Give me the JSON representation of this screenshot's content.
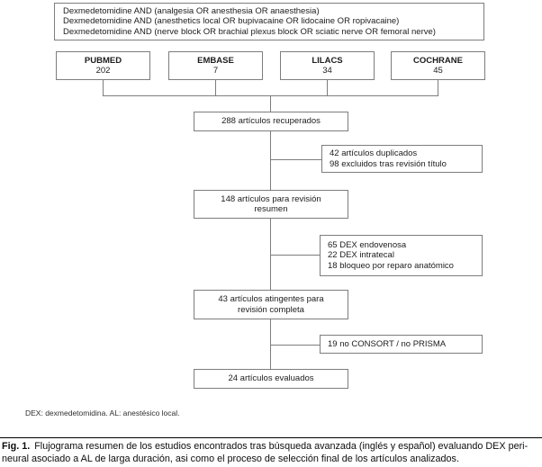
{
  "search_queries": {
    "lines": [
      "Dexmedetomidine AND (analgesia OR anesthesia OR anaesthesia)",
      "Dexmedetomidine AND (anesthetics local OR bupivacaine OR lidocaine OR ropivacaine)",
      "Dexmedetomidine AND (nerve block OR brachial plexus block OR sciatic nerve OR femoral nerve)"
    ]
  },
  "databases": [
    {
      "name": "PUBMED",
      "count": "202"
    },
    {
      "name": "EMBASE",
      "count": "7"
    },
    {
      "name": "LILACS",
      "count": "34"
    },
    {
      "name": "COCHRANE",
      "count": "45"
    }
  ],
  "flow": {
    "retrieved": "288 artículos recuperados",
    "excluded_after_title": {
      "lines": [
        "42 artículos duplicados",
        "98 excluidos tras revisión título"
      ]
    },
    "abstract_review": {
      "line1": "148 artículos para revisión",
      "line2": "resumen"
    },
    "excluded_after_abstract": {
      "lines": [
        "65 DEX endovenosa",
        "22 DEX intratecal",
        "18 bloqueo por reparo anatómico"
      ]
    },
    "full_review": {
      "line1": "43 artículos atingentes para",
      "line2": "revisión completa"
    },
    "excluded_after_full": "19 no CONSORT / no PRISMA",
    "evaluated": "24 artículos evaluados"
  },
  "footnote": "DEX: dexmedetomidina. AL: anestésico local.",
  "caption": {
    "label": "Fig. 1.",
    "line1": "Flujograma resumen de los estudios encontrados tras búsqueda avanzada (inglés y español) evaluando DEX peri-",
    "line2": "neural asociado a AL de larga duración, asi como el proceso de selección final de los artículos analizados."
  },
  "colors": {
    "border": "#7d7d7d",
    "text": "#1c1c1c",
    "background": "#ffffff"
  }
}
